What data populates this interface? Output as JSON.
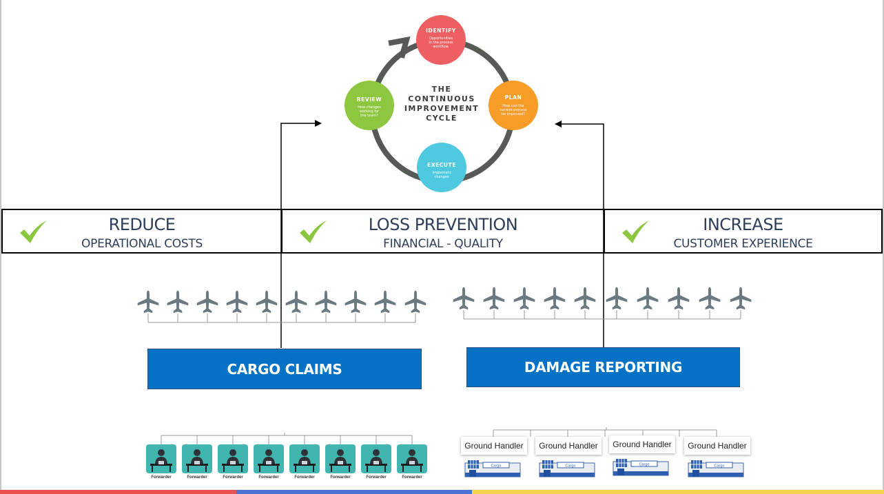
{
  "cycle": {
    "center_lines": [
      "THE",
      "CONTINUOUS",
      "IMPROVEMENT",
      "CYCLE"
    ],
    "stages": [
      {
        "title": "IDENTIFY",
        "desc": [
          "Opportunities",
          "in the process",
          "workflow."
        ],
        "color": "#ee5f61"
      },
      {
        "title": "PLAN",
        "desc": [
          "How can the",
          "current process",
          "be improved?"
        ],
        "color": "#f89c28"
      },
      {
        "title": "EXECUTE",
        "desc": [
          "Implement",
          "changes"
        ],
        "color": "#4ec9e0"
      },
      {
        "title": "REVIEW",
        "desc": [
          "How changes",
          "working for",
          "the team?"
        ],
        "color": "#8dc63f"
      }
    ],
    "ring_color": "#555a55"
  },
  "benefits": [
    {
      "title": "REDUCE",
      "subtitle": "OPERATIONAL COSTS"
    },
    {
      "title": "LOSS PREVENTION",
      "subtitle": "FINANCIAL - QUALITY"
    },
    {
      "title": "INCREASE",
      "subtitle": "CUSTOMER EXPERIENCE"
    }
  ],
  "check_color": "#8cc63f",
  "actions": {
    "cargo_claims": "CARGO CLAIMS",
    "damage_reporting": "DAMAGE REPORTING"
  },
  "box_color": "#0672c6",
  "forwarders": [
    "Forwarder",
    "Forwarder",
    "Forwarder",
    "Forwarder",
    "Forwarder",
    "Forwarder",
    "Forwarder",
    "Forwarder"
  ],
  "ground_handlers": [
    {
      "label": "Ground Handler",
      "sign": "Cargo"
    },
    {
      "label": "Ground Handler",
      "sign": "Cargo"
    },
    {
      "label": "Ground Handler",
      "sign": "Cargo"
    },
    {
      "label": "Ground Handler",
      "sign": "Cargo"
    }
  ],
  "plane_color": "#6b7a80",
  "bottom_bar_colors": [
    "#e8524f",
    "#4d72d6",
    "#f5d24e"
  ]
}
